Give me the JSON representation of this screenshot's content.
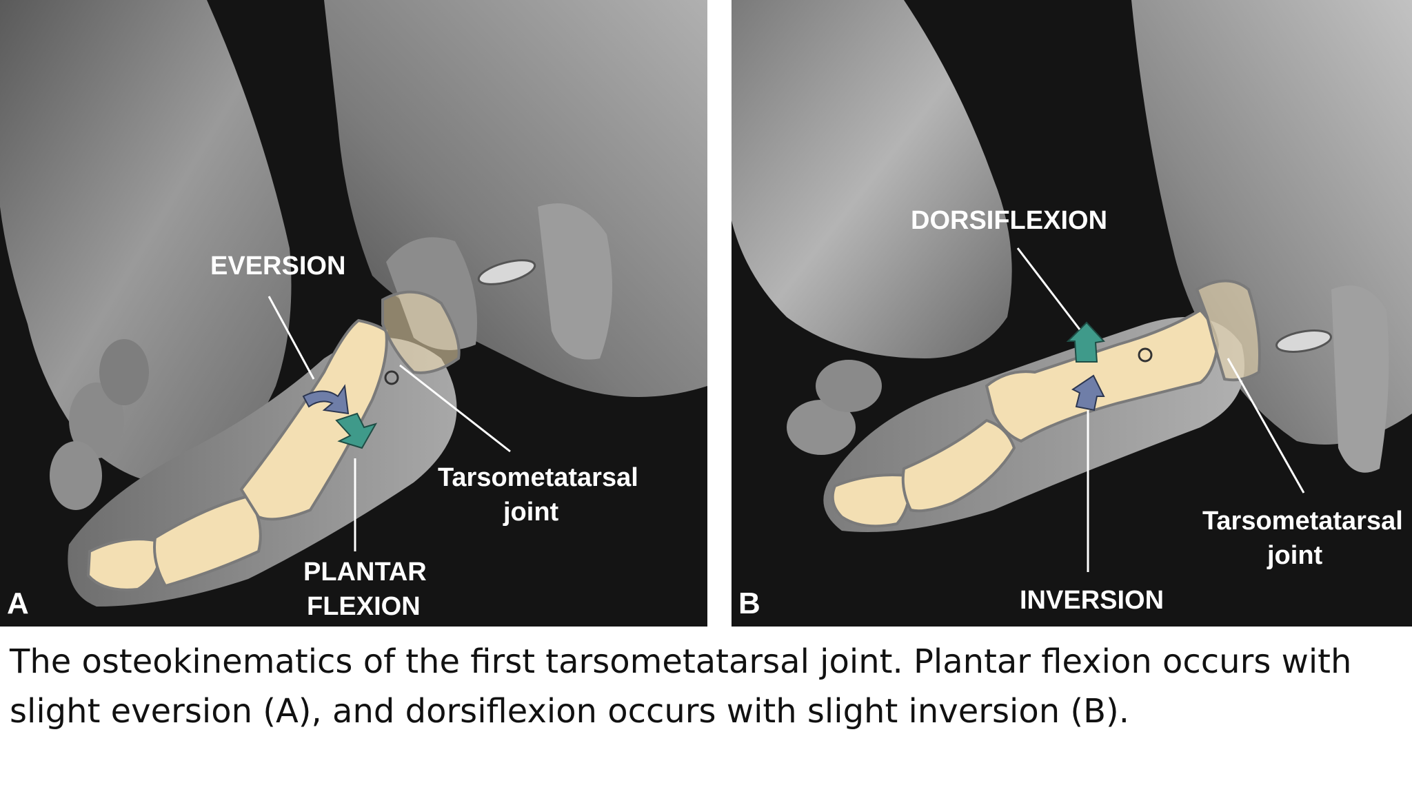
{
  "panel_a": {
    "letter": "A",
    "label_eversion": "EVERSION",
    "label_plantar_1": "PLANTAR",
    "label_plantar_2": "FLEXION",
    "label_joint_1": "Tarsometatarsal",
    "label_joint_2": "joint"
  },
  "panel_b": {
    "letter": "B",
    "label_dorsiflexion": "DORSIFLEXION",
    "label_inversion": "INVERSION",
    "label_joint_1": "Tarsometatarsal",
    "label_joint_2": "joint"
  },
  "caption": {
    "line1": "The osteokinematics of the first tarsometatarsal joint. Plantar flexion occurs with",
    "line2": "slight eversion (A), and dorsiflexion occurs with slight inversion (B)."
  },
  "colors": {
    "background": "#ffffff",
    "photo_dark": "#141414",
    "skin_gray": "#8a8a8a",
    "bone": "#f3dfb3",
    "bone_outline": "#7a7a7a",
    "arrow_blue": "#6f7ea8",
    "arrow_teal": "#3f9a8a",
    "label_text": "#ffffff",
    "caption_text": "#111111"
  },
  "icons": [
    "eversion-arrow-icon",
    "plantar-flexion-arrow-icon",
    "dorsiflexion-arrow-icon",
    "inversion-arrow-icon"
  ]
}
